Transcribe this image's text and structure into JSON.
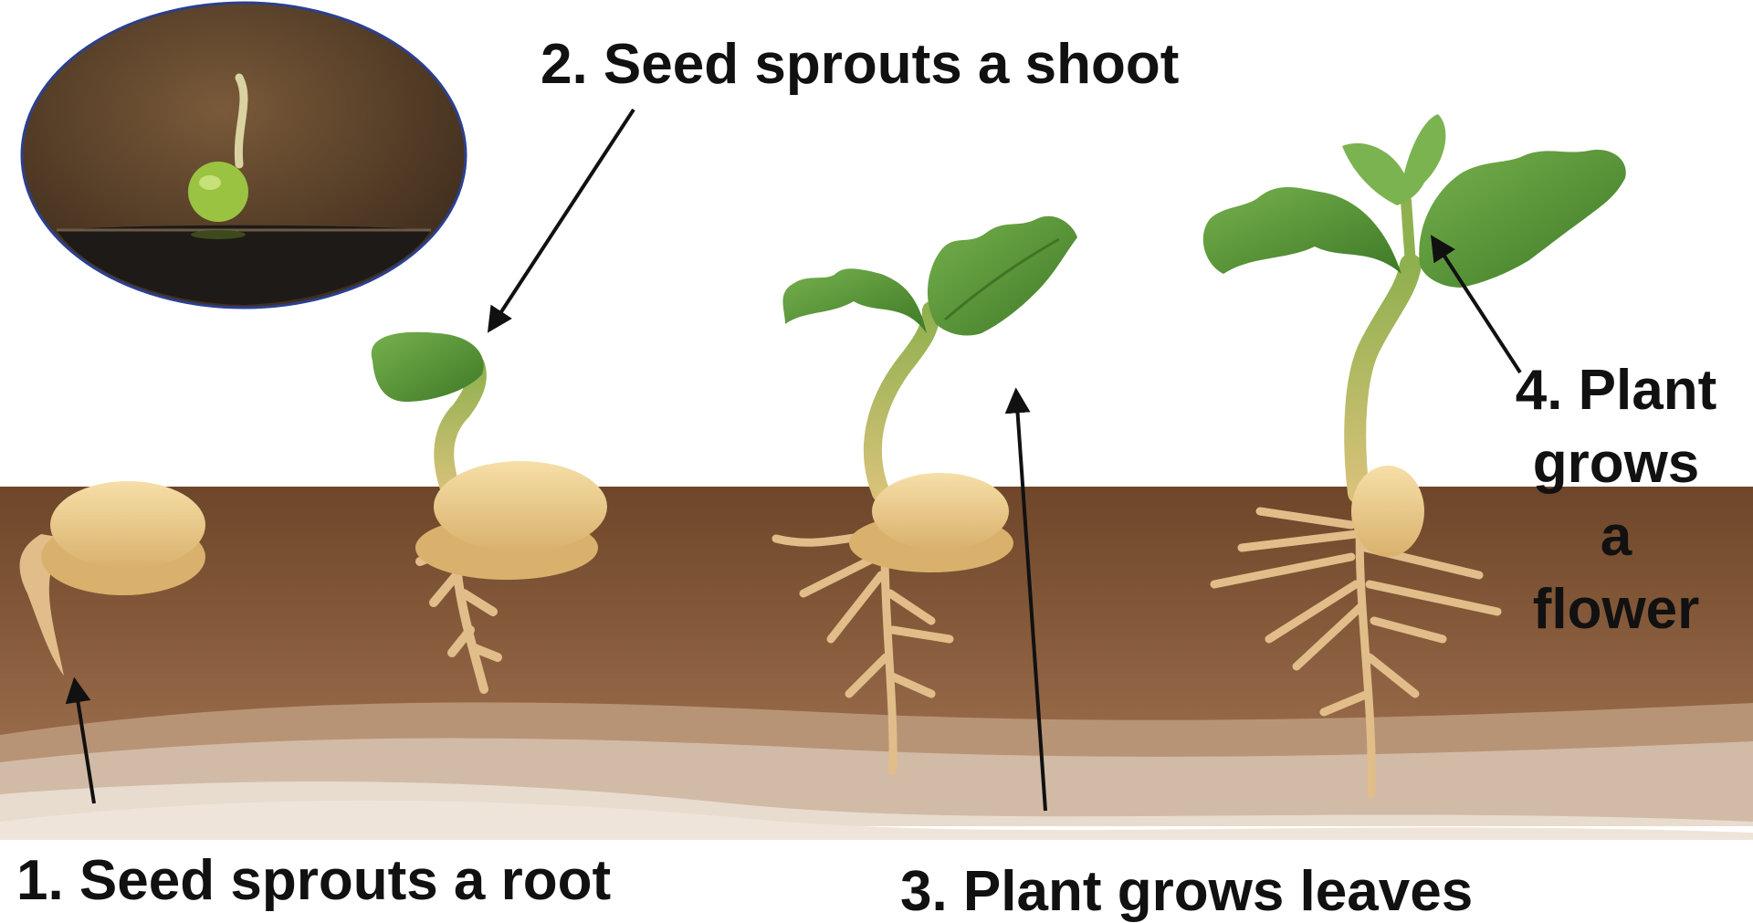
{
  "labels": {
    "step1": "1. Seed sprouts a root",
    "step2": "2. Seed sprouts a shoot",
    "step3": "3. Plant grows leaves",
    "step4_lines": [
      "4. Plant",
      "grows",
      "a",
      "flower"
    ]
  },
  "colors": {
    "soil": "#7b5236",
    "soil_light": "#a47656",
    "layer_mid": "#c4a88e",
    "layer_pale": "#e2d3c4",
    "seed": "#e9c98a",
    "seed_dark": "#cfa764",
    "root": "#e1bd8a",
    "leaf": "#5f9b3d",
    "leaf_dark": "#3f7426",
    "stem": "#b6b46a",
    "arrow": "#111111",
    "photo_bg": "#5a4027",
    "photo_border": "#2c3f8f"
  }
}
